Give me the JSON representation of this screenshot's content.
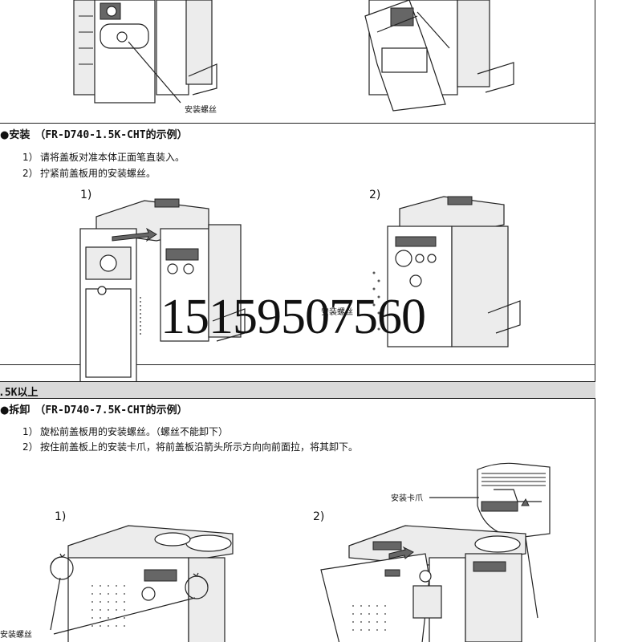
{
  "callouts": {
    "screw_top": "安装螺丝",
    "screw_mid": "安装螺丝",
    "clip": "安装卡爪",
    "screw_bottom": "安装螺丝"
  },
  "section_install": {
    "bullet": "●",
    "title": "安装",
    "example": "（FR-D740-1.5K-CHT的示例）",
    "steps": [
      {
        "num": "1）",
        "text": "请将盖板对准本体正面笔直装入。"
      },
      {
        "num": "2）",
        "text": "拧紧前盖板用的安装螺丝。"
      }
    ],
    "fig1_label": "1)",
    "fig2_label": "2)"
  },
  "section_5_5k": {
    "bar_title": ".5K以上"
  },
  "section_remove": {
    "bullet": "●",
    "title": "拆卸",
    "example": "（FR-D740-7.5K-CHT的示例）",
    "steps": [
      {
        "num": "1）",
        "text": "旋松前盖板用的安装螺丝。（螺丝不能卸下）"
      },
      {
        "num": "2）",
        "text": "按住前盖板上的安装卡爪，将前盖板沿箭头所示方向向前面拉，将其卸下。"
      }
    ],
    "fig1_label": "1)",
    "fig2_label": "2)"
  },
  "watermark": "15159507560"
}
